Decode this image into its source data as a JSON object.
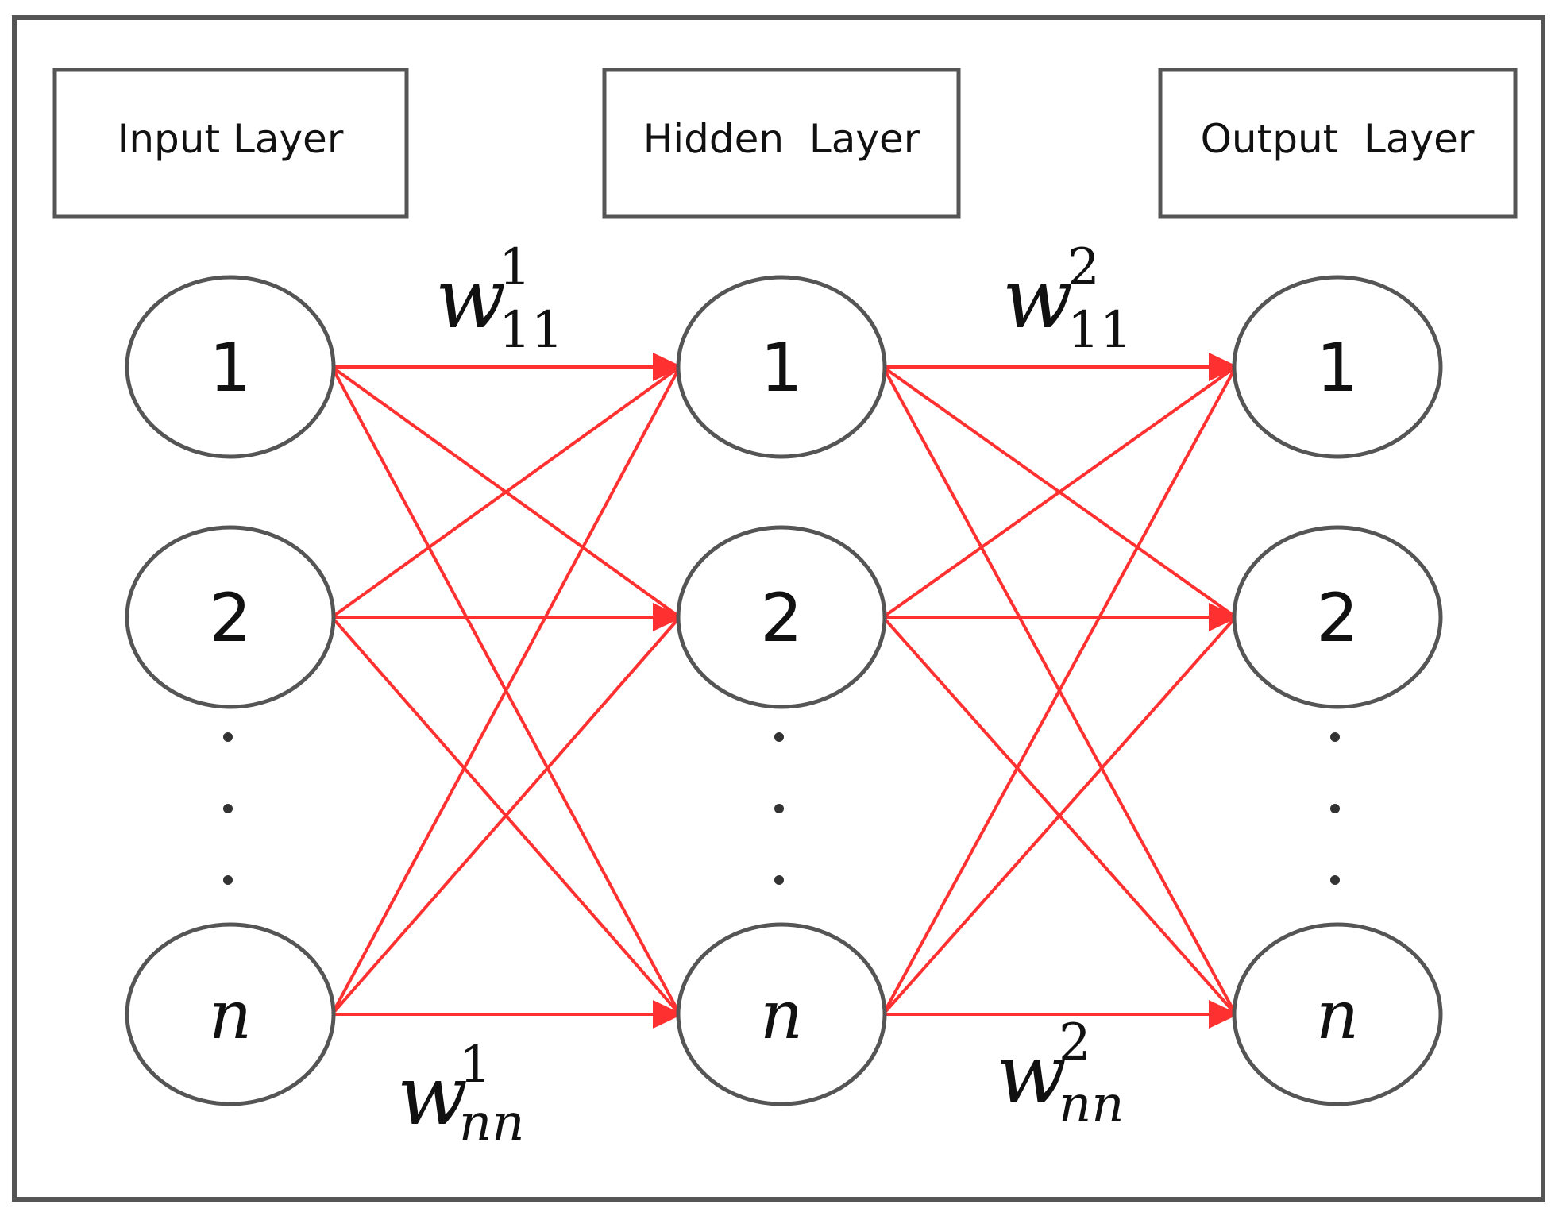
{
  "layers": [
    {
      "title": "Input Layer",
      "nodes": [
        "1",
        "2",
        "n"
      ]
    },
    {
      "title": "Hidden  Layer",
      "nodes": [
        "1",
        "2",
        "n"
      ]
    },
    {
      "title": "Output  Layer",
      "nodes": [
        "1",
        "2",
        "n"
      ]
    }
  ],
  "ellipsis": ".",
  "weights": {
    "w1_11": {
      "base": "w",
      "sup": "1",
      "sub": "11"
    },
    "w2_11": {
      "base": "w",
      "sup": "2",
      "sub": "11"
    },
    "w1_nn": {
      "base": "w",
      "sup": "1",
      "sub": "nn"
    },
    "w2_nn": {
      "base": "w",
      "sup": "2",
      "sub": "nn"
    }
  },
  "colors": {
    "edge": "#ff3030",
    "outline": "#555555",
    "text": "#111111"
  }
}
